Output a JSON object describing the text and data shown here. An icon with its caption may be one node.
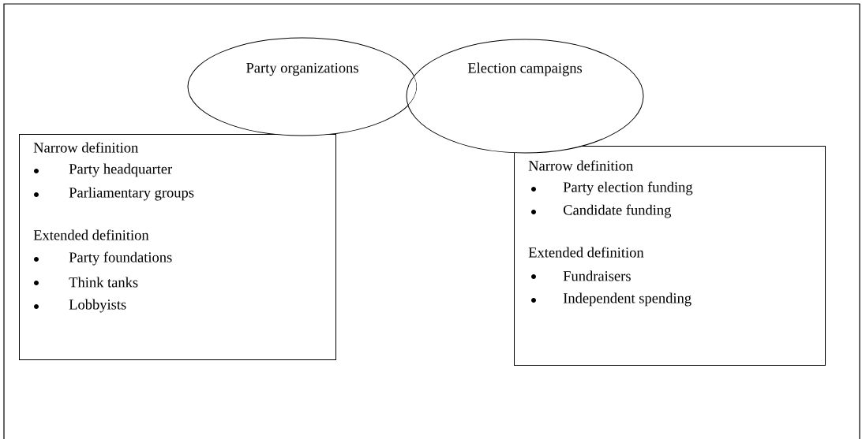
{
  "diagram": {
    "nodes": [
      {
        "text": [
          "Party organizations"
        ]
      },
      {
        "text": [
          "Election campaigns"
        ]
      },
      {
        "text": [
          "Narrow definition",
          "Party headquarter",
          "Parliamentary groups",
          "Extended definition",
          "Party foundations",
          "Think tanks",
          "Lobbyists"
        ]
      },
      {
        "text": [
          "Narrow definition",
          "Party election funding",
          "Candidate funding",
          "Extended definition",
          "Fundraisers",
          "Independent spending"
        ]
      }
    ]
  }
}
